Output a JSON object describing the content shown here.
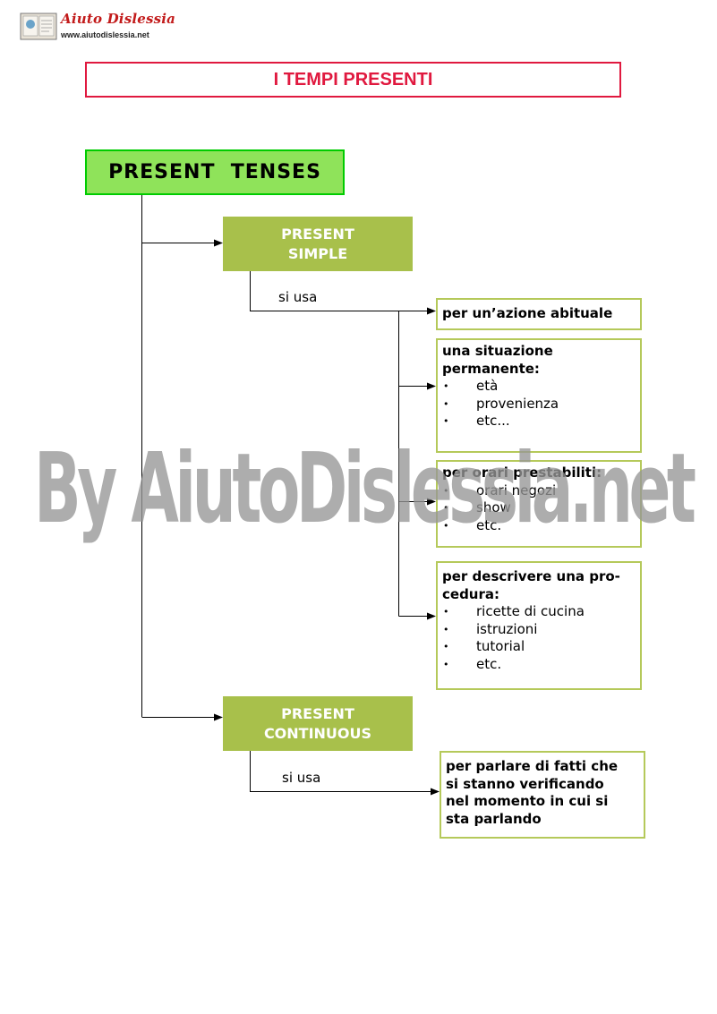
{
  "header": {
    "logo_brand": "Aiuto Dislessia",
    "logo_url": "www.aiutodislessia.net"
  },
  "title": "I TEMPI PRESENTI",
  "root": {
    "label": "PRESENT  TENSES"
  },
  "present_simple": {
    "label_line1": "PRESENT",
    "label_line2": "SIMPLE",
    "connector": "si usa",
    "uses": [
      {
        "heading": "per un’azione abituale",
        "items": []
      },
      {
        "heading_line1": "una situazione",
        "heading_line2": "permanente:",
        "items": [
          "età",
          "provenienza",
          "etc..."
        ]
      },
      {
        "heading": "per orari prestabiliti:",
        "items": [
          "orari negozi",
          "show",
          "etc."
        ]
      },
      {
        "heading_line1": "per descrivere una pro-",
        "heading_line2": "cedura:",
        "items": [
          "ricette di cucina",
          "istruzioni",
          "tutorial",
          "etc."
        ]
      }
    ]
  },
  "present_continuous": {
    "label_line1": "PRESENT",
    "label_line2": "CONTINUOUS",
    "connector": "si usa",
    "use_lines": [
      "per parlare di fatti che",
      "si stanno verificando",
      "nel momento in cui si",
      "sta parlando"
    ]
  },
  "watermark": "By AiutoDislessia.net",
  "colors": {
    "title_red": "#e0193f",
    "root_green": "#8fe35a",
    "root_border": "#00cc00",
    "category_olive": "#a8c04b",
    "box_border": "#b5c95a"
  }
}
